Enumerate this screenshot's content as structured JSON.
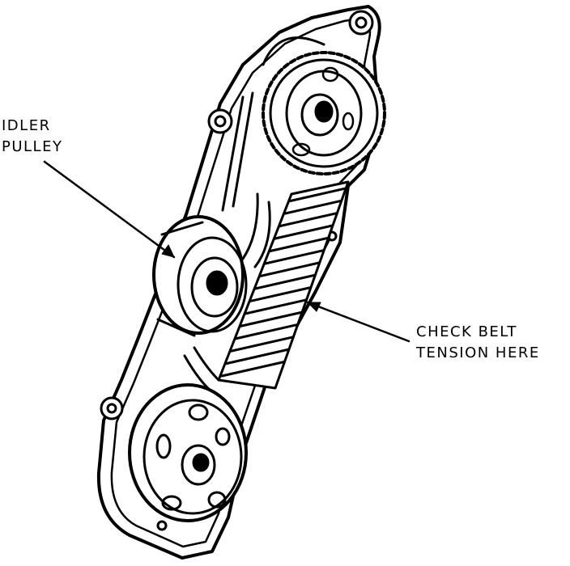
{
  "labels": {
    "idler_pulley": {
      "line1": "IDLER",
      "line2": "PULLEY"
    },
    "belt_tension": {
      "line1": "CHECK BELT",
      "line2": "TENSION HERE"
    }
  },
  "colors": {
    "ink": "#000000",
    "paper": "#ffffff"
  }
}
